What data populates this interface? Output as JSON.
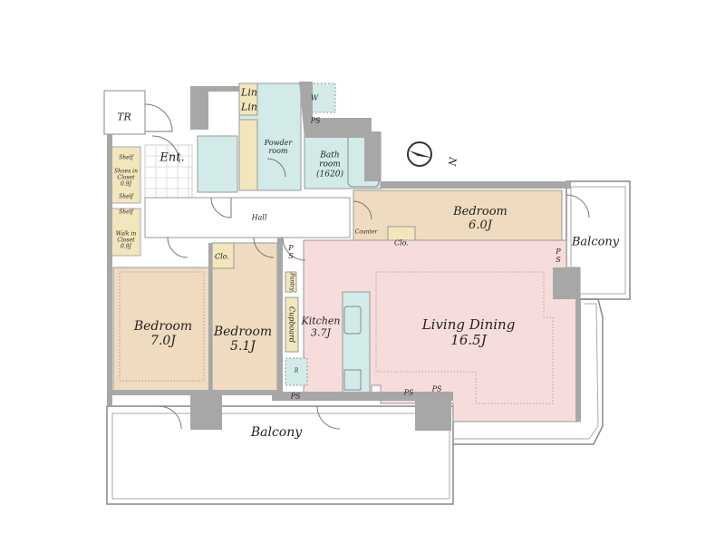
{
  "title": "Floor plan",
  "colors": {
    "wall": "#a7a7a7",
    "bedroom": "#efdcc0",
    "living": "#f7dcdc",
    "wet": "#d2ebe8",
    "storage": "#f2e6bd",
    "outline": "#777777"
  },
  "compass": {
    "label": "N",
    "icon": "compass-north-arrow"
  },
  "rooms": {
    "tr": "TR",
    "entrance": "Ent.",
    "shelf": "Shelf",
    "shoes_closet": [
      "Shoes in",
      "Closet",
      "0.9J"
    ],
    "walkin_closet": [
      "Walk in",
      "Closet",
      "0.9J"
    ],
    "linen": "Lin",
    "washer": "W",
    "ps": "PS",
    "ps_split": [
      "P",
      "S"
    ],
    "powder": [
      "Powder",
      "room"
    ],
    "bath": [
      "Bath",
      "room",
      "(1620)"
    ],
    "hall": "Hall",
    "counter": "Counter",
    "closet": "Clo.",
    "bedroom_6": [
      "Bedroom",
      "6.0J"
    ],
    "bedroom_7": [
      "Bedroom",
      "7.0J"
    ],
    "bedroom_5": [
      "Bedroom",
      "5.1J"
    ],
    "pantry": "Pantry",
    "cupboard": "Cupboard",
    "kitchen": [
      "Kitchen",
      "3.7J"
    ],
    "refrigerator": "R",
    "living": [
      "Living Dining",
      "16.5J"
    ],
    "balcony_right": "Balcony",
    "balcony_bottom": "Balcony"
  }
}
